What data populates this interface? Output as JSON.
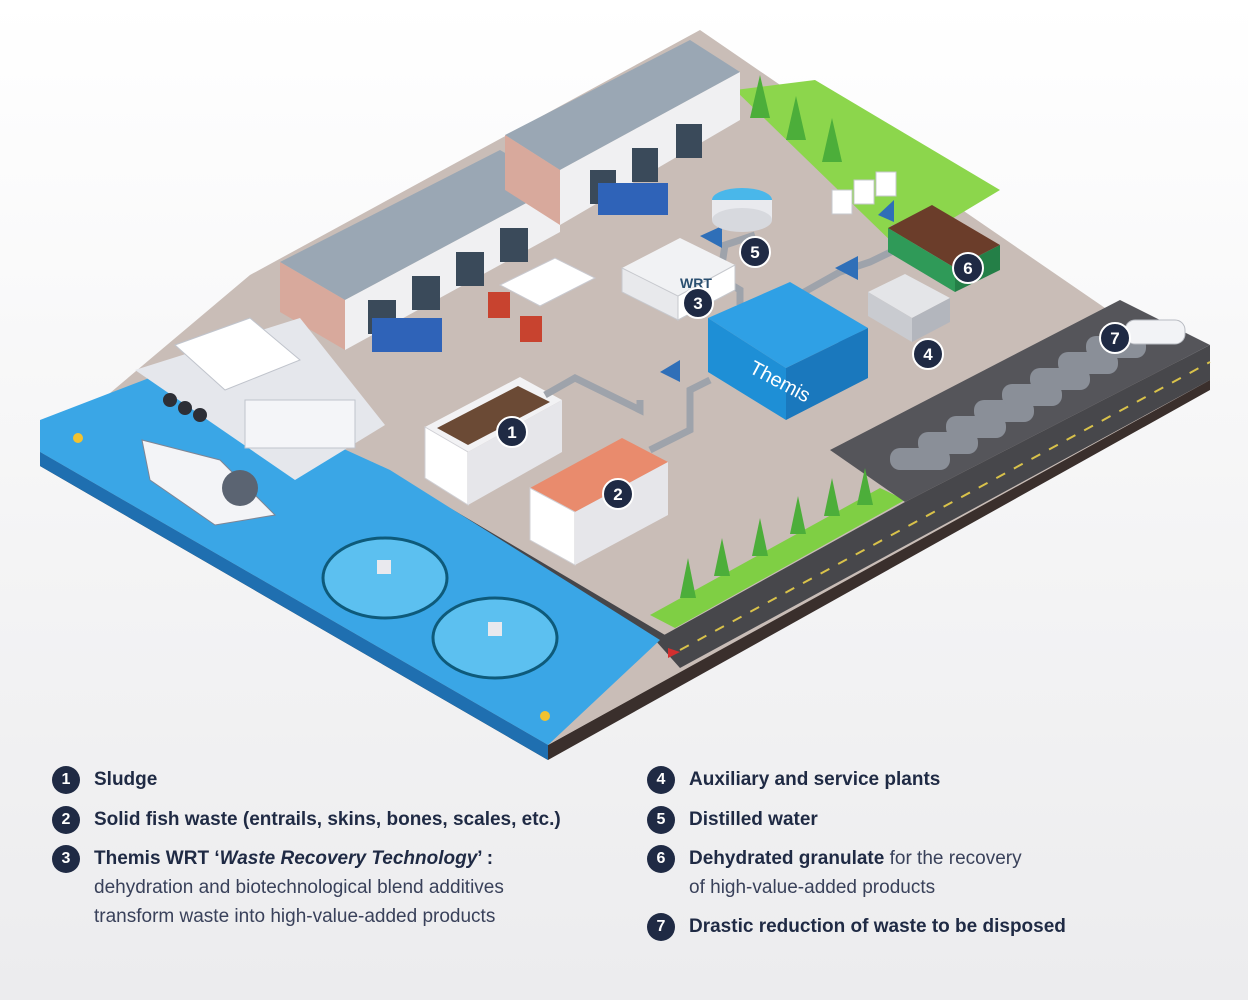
{
  "labels": {
    "wrt": "WRT",
    "themis": "Themis"
  },
  "legend": {
    "items": [
      {
        "n": "1",
        "title": "Sludge"
      },
      {
        "n": "2",
        "title": "Solid fish waste (entrails, skins, bones, scales, etc.)"
      },
      {
        "n": "3",
        "title_prefix": "Themis WRT ‘",
        "title_italic": "Waste Recovery Technology",
        "title_suffix": "’ :",
        "line2": "dehydration and biotechnological blend additives",
        "line3": "transform waste into high-value-added products"
      },
      {
        "n": "4",
        "title": "Auxiliary and service plants"
      },
      {
        "n": "5",
        "title": "Distilled water"
      },
      {
        "n": "6",
        "title": "Dehydrated granulate",
        "rest": " for the recovery",
        "line2": "of high-value-added products"
      },
      {
        "n": "7",
        "title": "Drastic reduction of waste to be disposed"
      }
    ]
  },
  "colors": {
    "badge": "#1f2a44",
    "sea": "#3aa6e6",
    "ground": "#c7bcb6",
    "grass": "#86d34a",
    "road": "#4a4a4e",
    "themis_container": "#1e8fd6",
    "arrow": "#2f6fb8"
  }
}
